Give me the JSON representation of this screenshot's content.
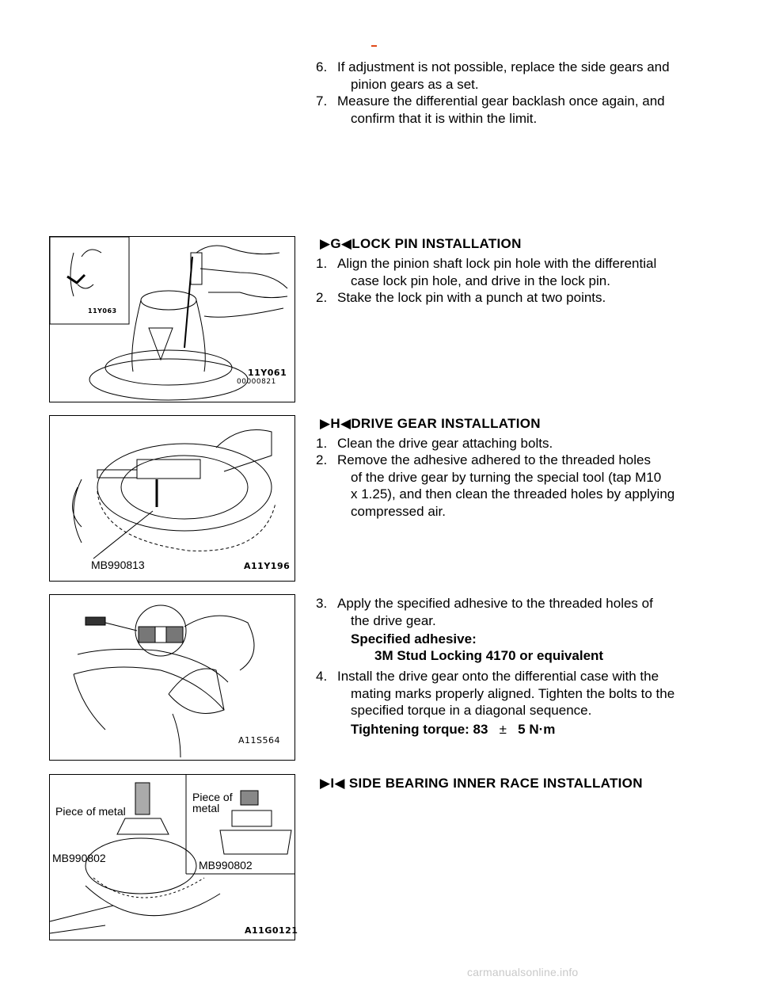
{
  "steps_top": [
    {
      "num": "6.",
      "line1": "If adjustment is not possible, replace the side gears and",
      "line2": "pinion gears as a set."
    },
    {
      "num": "7.",
      "line1": "Measure the differential gear backlash once again, and",
      "line2": "confirm that it is within the limit."
    }
  ],
  "sections": {
    "g": {
      "letter": "G",
      "title": "LOCK PIN INSTALLATION",
      "steps": [
        {
          "num": "1.",
          "line1": "Align the pinion shaft lock pin hole with the differential",
          "line2": "case lock pin hole, and drive in the lock pin."
        },
        {
          "num": "2.",
          "line1": "Stake the lock pin with a punch at two points.",
          "line2": ""
        }
      ]
    },
    "h": {
      "letter": "H",
      "title": "DRIVE GEAR INSTALLATION",
      "steps": [
        {
          "num": "1.",
          "line1": "Clean the drive gear attaching bolts."
        },
        {
          "num": "2.",
          "line1": "Remove the adhesive adhered to the threaded holes",
          "line2": "of the drive gear by turning the special tool (tap M10",
          "line3": "x 1.25), and then clean the threaded holes by applying",
          "line4": "compressed air."
        }
      ]
    },
    "h2": {
      "step3": {
        "num": "3.",
        "line1": "Apply the specified adhesive to the threaded holes of",
        "line2": "the drive gear."
      },
      "adhesive_label": "Specified adhesive:",
      "adhesive_value": "3M Stud Locking 4170 or equivalent",
      "step4": {
        "num": "4.",
        "line1": "Install the drive gear onto the differential case with the",
        "line2": "mating marks properly aligned. Tighten the bolts to the",
        "line3": "specified torque in a diagonal sequence."
      },
      "torque_label": "Tightening torque: 83",
      "torque_pm": "±",
      "torque_value": "5 N·m"
    },
    "i": {
      "letter": "I",
      "title": "SIDE BEARING INNER RACE INSTALLATION"
    }
  },
  "figures": {
    "fig1": {
      "inset_code": "11Y063",
      "code": "11Y061",
      "subcode": "00000821"
    },
    "fig2": {
      "tool": "MB990813",
      "code": "A11Y196"
    },
    "fig3": {
      "code": "A11S564"
    },
    "fig4": {
      "label_left": "Piece of metal",
      "label_right1": "Piece of",
      "label_right2": "metal",
      "tool_left": "MB990802",
      "tool_right": "MB990802",
      "code": "A11G0121"
    }
  },
  "watermark": "carmanualsonline.info"
}
